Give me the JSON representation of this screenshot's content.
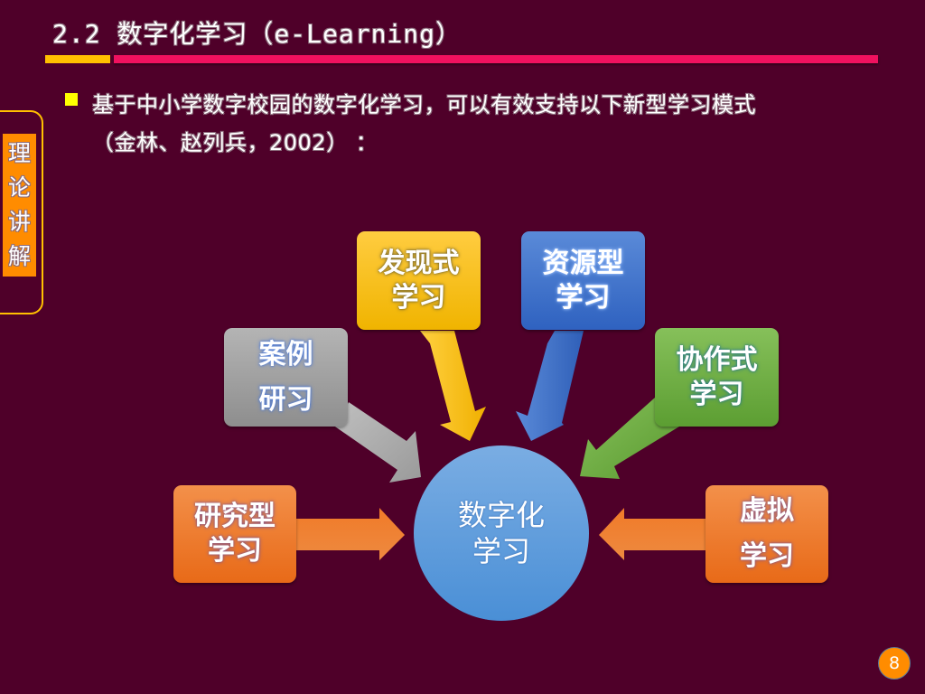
{
  "header": {
    "title": "2.2 数字化学习（e-Learning）",
    "accent_colors": {
      "yellow_bar": "#ffc000",
      "pink_bar": "#f0115f"
    }
  },
  "sidebar": {
    "tab_chars": [
      "理",
      "论",
      "讲",
      "解"
    ],
    "tab_color": "#ff8c00",
    "frame_color": "#ffc000"
  },
  "content": {
    "bullet_line1": "基于中小学数字校园的数字化学习，可以有效支持以下新型学习模式",
    "bullet_line2": "（金林、赵列兵，2002） ：",
    "bullet_color": "#ffff00"
  },
  "diagram": {
    "center": {
      "line1": "数字化",
      "line2": "学习",
      "color": "#5a9be0"
    },
    "nodes": [
      {
        "id": "discovery",
        "line1": "发现式",
        "line2": "学习",
        "color": "#ffc000"
      },
      {
        "id": "resource",
        "line1": "资源型",
        "line2": "学习",
        "color": "#3a6cc8"
      },
      {
        "id": "case",
        "line1": "案例",
        "line2": "研习",
        "color": "#a6a6a6"
      },
      {
        "id": "collaborative",
        "line1": "协作式",
        "line2": "学习",
        "color": "#70b040"
      },
      {
        "id": "research",
        "line1": "研究型",
        "line2": "学习",
        "color": "#ee7b30"
      },
      {
        "id": "virtual",
        "line1": "虚拟",
        "line2": "学习",
        "color": "#ee7b30"
      }
    ]
  },
  "footer": {
    "page_number": "8"
  },
  "background_color": "#4f0029"
}
